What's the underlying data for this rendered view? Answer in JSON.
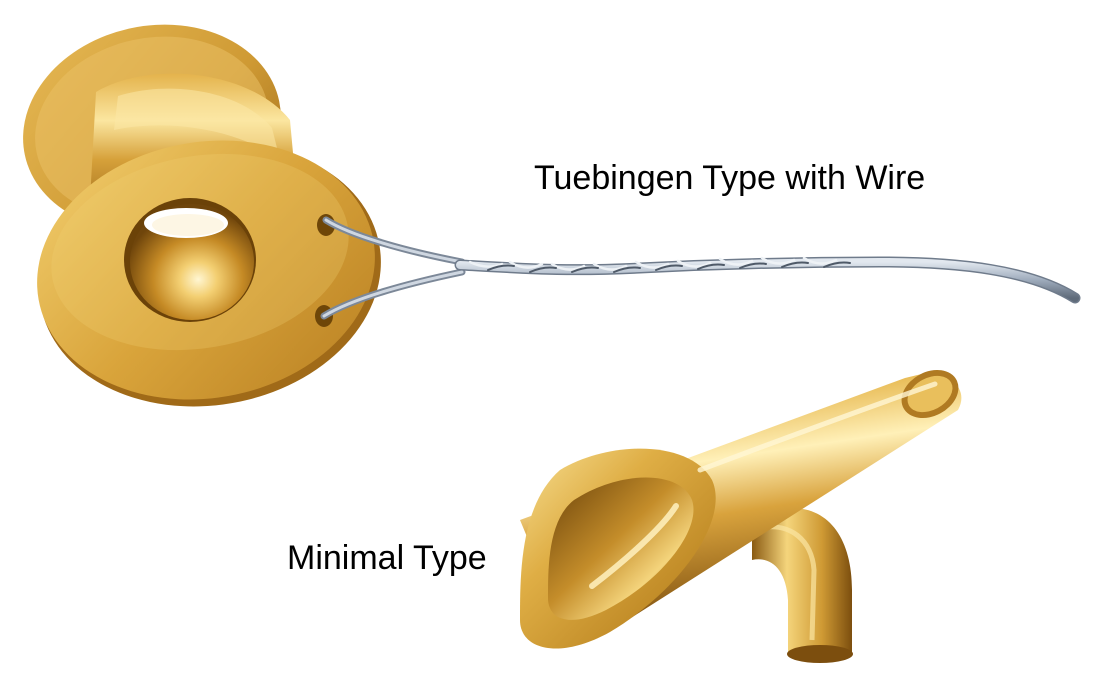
{
  "labels": {
    "tuebingen": "Tuebingen Type with Wire",
    "minimal": "Minimal Type"
  },
  "colors": {
    "background": "#ffffff",
    "gold_highlight": "#f6dc8a",
    "gold_mid": "#d7a640",
    "gold_dark": "#8a5a12",
    "wire": "#a9b6c6"
  },
  "icons": {
    "tuebingen": "tuebingen-grommet-with-wire-illustration",
    "minimal": "minimal-type-tube-illustration"
  }
}
